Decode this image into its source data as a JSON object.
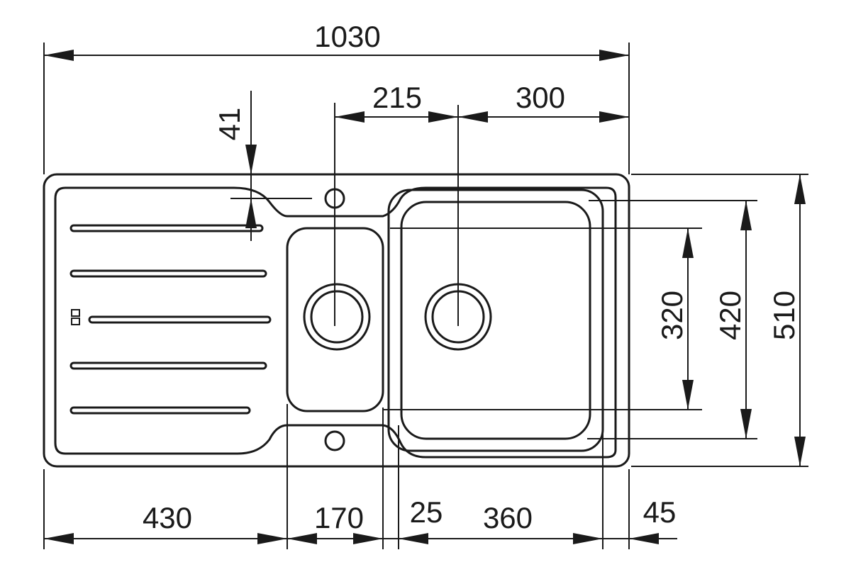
{
  "diagram": {
    "dimensions": {
      "overall_width": "1030",
      "tap_offset": "215",
      "main_bowl_offset": "300",
      "top_margin": "41",
      "height_inner": "320",
      "height_bowl": "420",
      "overall_height": "510",
      "drainer_width": "430",
      "small_bowl_width": "170",
      "gap_width": "25",
      "main_bowl_width": "360",
      "right_margin": "45"
    }
  }
}
